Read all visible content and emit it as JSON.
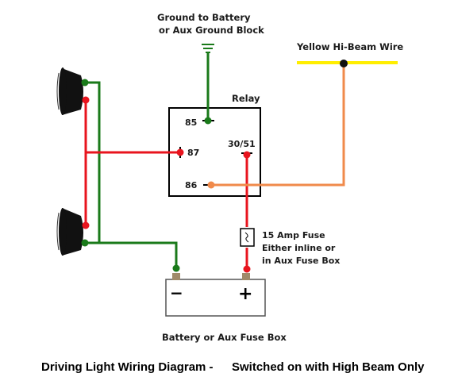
{
  "labels": {
    "ground_line1": "Ground to Battery",
    "ground_line2": "or Aux Ground Block",
    "yellow_wire": "Yellow Hi-Beam Wire",
    "relay": "Relay",
    "pin_85": "85",
    "pin_87": "87",
    "pin_30_51": "30/51",
    "pin_86": "86",
    "fuse_line1": "15 Amp Fuse",
    "fuse_line2": "Either inline or",
    "fuse_line3": "in Aux Fuse Box",
    "battery_minus": "−",
    "battery_plus": "+",
    "battery": "Battery or Aux Fuse Box"
  },
  "caption": {
    "part1": "Driving Light Wiring Diagram -",
    "part2": "Switched on with High Beam Only"
  },
  "colors": {
    "red_wire": "#e8141e",
    "green_wire": "#1a7a1a",
    "orange_wire": "#f08a4b",
    "yellow_wire": "#ffee00",
    "lamp": "#111111",
    "outline": "#000000"
  }
}
